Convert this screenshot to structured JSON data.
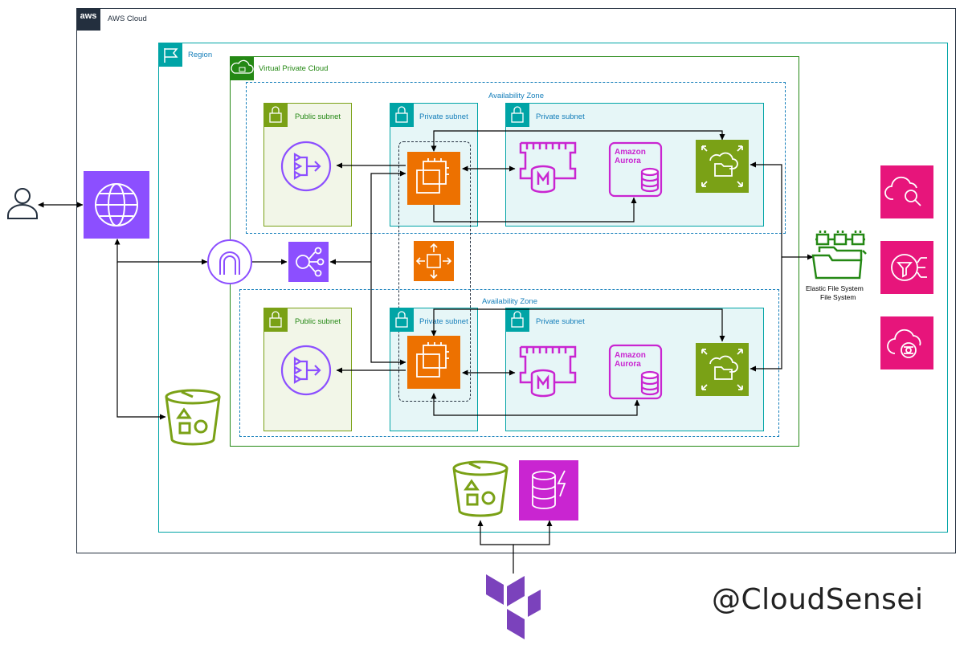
{
  "labels": {
    "aws_cloud": "AWS Cloud",
    "aws_logo": "aws",
    "region": "Region",
    "vpc": "Virtual Private Cloud",
    "az1": "Availability Zone",
    "az2": "Availability Zone",
    "public_subnet_1": "Public subnet",
    "private_subnet_1a": "Private subnet",
    "private_subnet_1b": "Private subnet",
    "public_subnet_2": "Public subnet",
    "private_subnet_2a": "Private subnet",
    "private_subnet_2b": "Private subnet",
    "aurora_1": "Amazon\nAurora",
    "aurora_2": "Amazon\nAurora",
    "efs_line1": "Elastic File System",
    "efs_line2": "File System"
  },
  "watermark": "@CloudSensei",
  "colors": {
    "aws_border": "#232f3e",
    "region": "#00a4a6",
    "vpc": "#248814",
    "public_subnet": "#7aa116",
    "private_subnet": "#00a4a6",
    "compute": "#ed7100",
    "database": "#c925d1",
    "networking": "#8c4fff",
    "storage": "#7aa116",
    "management": "#e7157b",
    "terraform": "#7b42bc",
    "az": "#147eba"
  },
  "icons": [
    "user-icon",
    "cloudfront-icon",
    "internet-gateway-icon",
    "elb-icon",
    "nat-gateway-icon",
    "ec2-instance-icon",
    "elasticache-icon",
    "aurora-icon",
    "efs-file-system-icon",
    "autoscaling-icon",
    "s3-bucket-icon",
    "dynamodb-icon",
    "cloudwatch-icon",
    "ssm-icon",
    "config-icon",
    "efs-icon",
    "terraform-icon"
  ]
}
